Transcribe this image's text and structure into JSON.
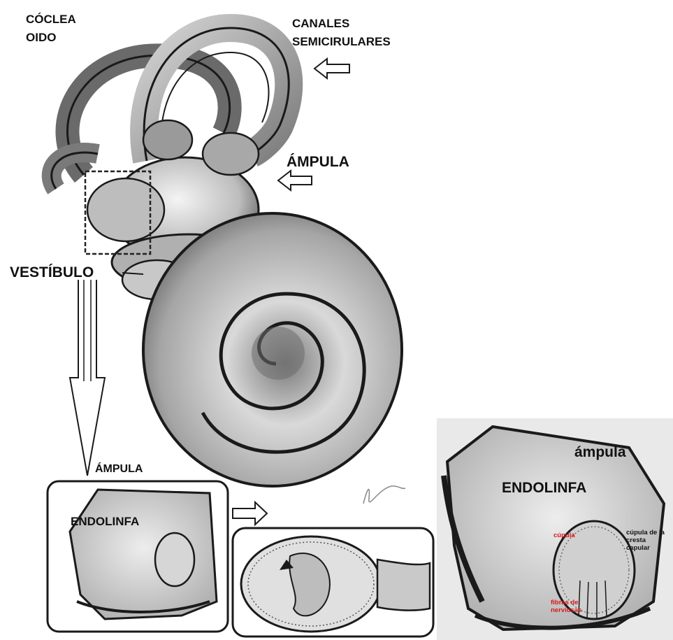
{
  "labels": {
    "coclea": "CÓCLEA",
    "oido": "OIDO",
    "canales_1": "CANALES",
    "canales_2": "SEMICIRULARES",
    "ampula_top": "ÁMPULA",
    "vestibulo": "VESTÍBULO",
    "ampula_mid": "ÁMPULA",
    "endolinfa_small": "ENDOLINFA",
    "ampula_right": "ámpula",
    "endolinfa_right": "ENDOLINFA",
    "cupula_red": "cúpula",
    "cupula_cresta": "cúpula de la cresta capular",
    "fibras": "fibras de nerviosas"
  },
  "colors": {
    "label_text": "#111111",
    "accent_red": "#d81818",
    "ink": "#1a1a1a",
    "shading": "#9a9a9a"
  }
}
